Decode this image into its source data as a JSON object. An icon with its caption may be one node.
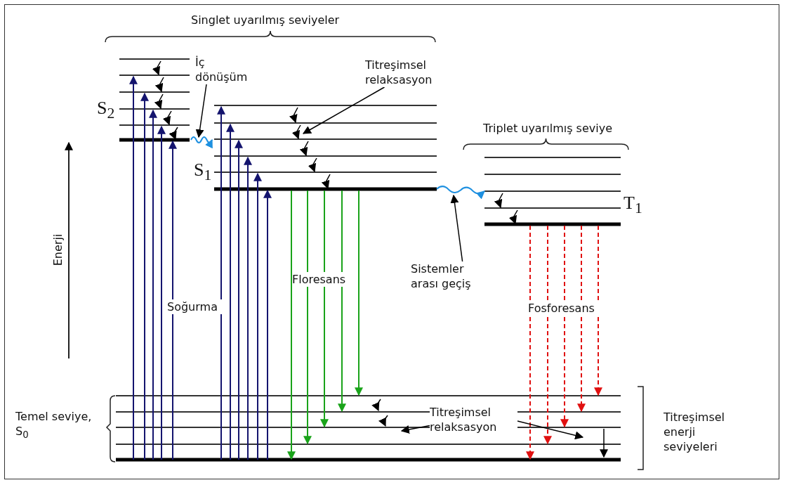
{
  "diagram": {
    "nodes": [
      {
        "text": [
          "İç dönüşüm"
        ]
      },
      {
        "text": [
          "Titreşimsel relaksasyon"
        ]
      },
      {
        "text": [
          "Sistemler arası geçiş"
        ]
      },
      {
        "text": [
          "Titreşimsel relaksasyon"
        ]
      }
    ],
    "edges": [
      {
        "from": 0,
        "to": null,
        "arrow": "to"
      },
      {
        "from": 1,
        "to": null,
        "arrow": "to"
      },
      {
        "from": 2,
        "to": null,
        "arrow": "to"
      },
      {
        "from": 3,
        "to": null,
        "arrow": "to"
      },
      {
        "from": 3,
        "to": null,
        "arrow": "to"
      }
    ],
    "labels": [
      "Singlet uyarılmış seviyeler",
      "S$_{2}$",
      "S$_{1}$",
      "Triplet uyarılmış seviye",
      "T$_{1}$",
      "Enerji",
      "Floresans",
      "Soğurma",
      "Fosforesans",
      "Temel seviye, S$_{0}$",
      "Titreşimsel enerji seviyeleri"
    ]
  }
}
